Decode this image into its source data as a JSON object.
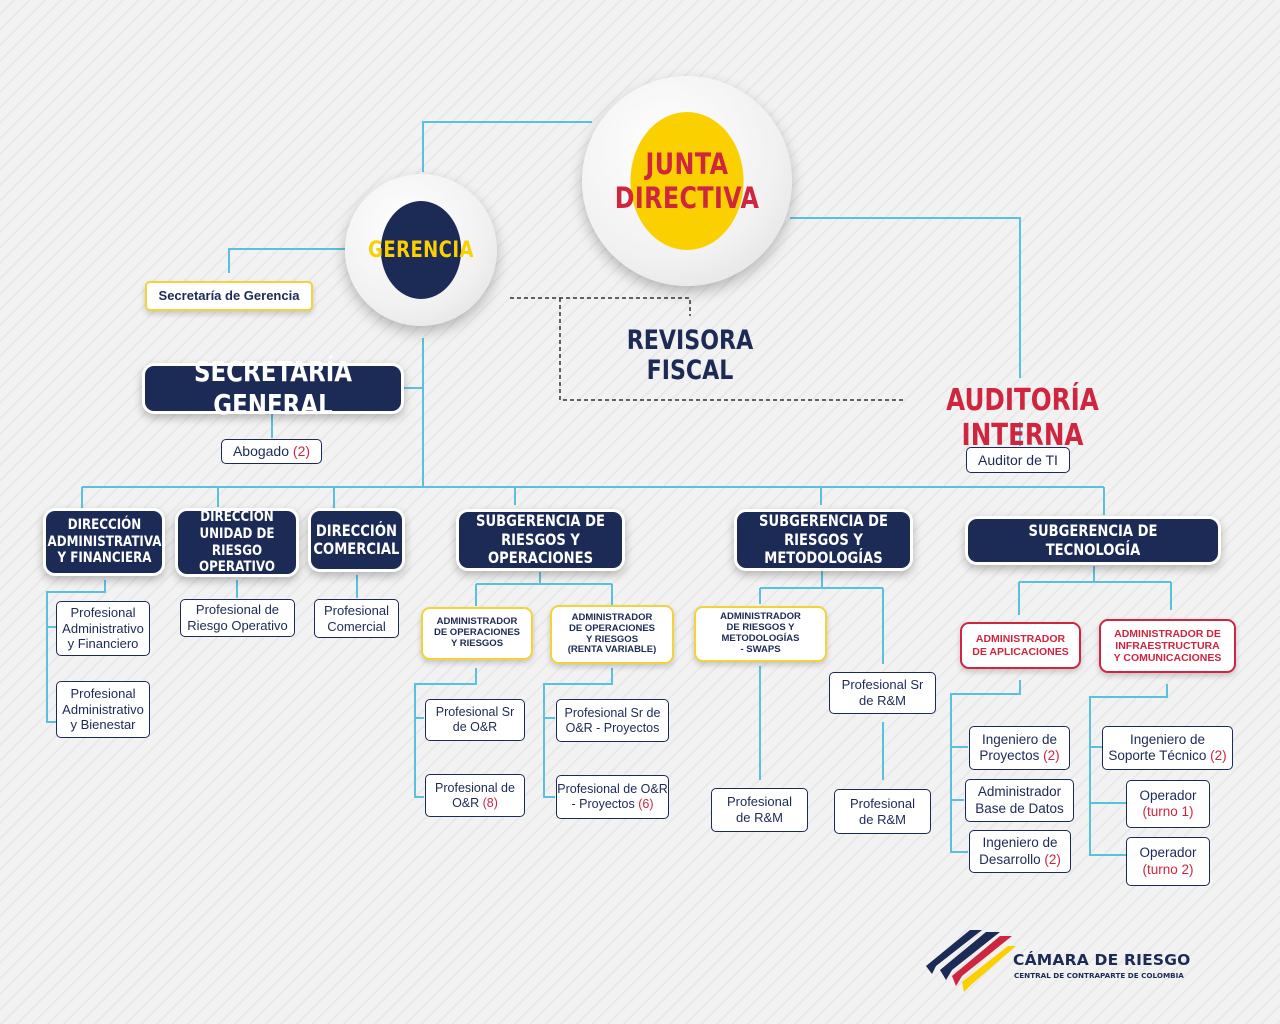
{
  "junta": {
    "line1": "JUNTA",
    "line2": "DIRECTIVA"
  },
  "gerencia": "GERENCIA",
  "secretaria_gerencia": "Secretaría de Gerencia",
  "revisora": {
    "line1": "REVISORA",
    "line2": "FISCAL"
  },
  "auditoria": "AUDITORÍA INTERNA",
  "auditor_ti": "Auditor de TI",
  "secretaria_general": "SECRETARÍA GENERAL",
  "abogado": {
    "label": "Abogado",
    "count": "(2)"
  },
  "direcciones": [
    {
      "lines": [
        "DIRECCIÓN",
        "ADMINISTRATIVA",
        "Y FINANCIERA"
      ]
    },
    {
      "lines": [
        "DIRECCIÓN",
        "UNIDAD DE RIESGO",
        "OPERATIVO"
      ]
    },
    {
      "lines": [
        "DIRECCIÓN",
        "COMERCIAL"
      ]
    }
  ],
  "subgerencias": [
    {
      "lines": [
        "SUBGERENCIA DE",
        "RIESGOS Y OPERACIONES"
      ]
    },
    {
      "lines": [
        "SUBGERENCIA DE",
        "RIESGOS Y METODOLOGÍAS"
      ]
    },
    {
      "lines": [
        "SUBGERENCIA DE TECNOLOGÍA"
      ]
    }
  ],
  "dir_admin_children": [
    {
      "lines": [
        "Profesional",
        "Administrativo",
        "y Financiero"
      ]
    },
    {
      "lines": [
        "Profesional",
        "Administrativo",
        "y Bienestar"
      ]
    }
  ],
  "dir_riesgo_child": {
    "lines": [
      "Profesional de",
      "Riesgo Operativo"
    ]
  },
  "dir_comercial_child": {
    "lines": [
      "Profesional",
      "Comercial"
    ]
  },
  "admin_roles": [
    {
      "lines": [
        "ADMINISTRADOR",
        "DE OPERACIONES",
        "Y RIESGOS"
      ]
    },
    {
      "lines": [
        "ADMINISTRADOR",
        "DE OPERACIONES",
        "Y RIESGOS",
        "(RENTA VARIABLE)"
      ]
    },
    {
      "lines": [
        "ADMINISTRADOR",
        "DE RIESGOS Y",
        "METODOLOGÍAS",
        "- SWAPS"
      ]
    },
    {
      "lines": [
        "ADMINISTRADOR",
        "DE APLICACIONES"
      ]
    },
    {
      "lines": [
        "ADMINISTRADOR DE",
        "INFRAESTRUCTURA",
        "Y COMUNICACIONES"
      ]
    }
  ],
  "ops_children": [
    {
      "line1": "Profesional Sr",
      "line2": "de O&R",
      "count": ""
    },
    {
      "line1": "Profesional de",
      "line2": "O&R",
      "count": "(8)"
    },
    {
      "line1": "Profesional Sr de",
      "line2": "O&R - Proyectos",
      "count": ""
    },
    {
      "line1": "Profesional de O&R",
      "line2": "- Proyectos",
      "count": "(6)"
    }
  ],
  "met_children": [
    {
      "line1": "Profesional Sr",
      "line2": "de R&M"
    },
    {
      "line1": "Profesional",
      "line2": "de R&M"
    },
    {
      "line1": "Profesional",
      "line2": "de R&M"
    }
  ],
  "tec_children": [
    {
      "line1": "Ingeniero de",
      "line2": "Proyectos",
      "count": "(2)"
    },
    {
      "line1": "Administrador",
      "line2": "Base de Datos",
      "count": ""
    },
    {
      "line1": "Ingeniero de",
      "line2": "Desarrollo",
      "count": "(2)"
    },
    {
      "line1": "Ingeniero de",
      "line2": "Soporte Técnico",
      "count": "(2)"
    },
    {
      "line1": "Operador",
      "line2": "(turno 1)",
      "count": ""
    },
    {
      "line1": "Operador",
      "line2": "(turno 2)",
      "count": ""
    }
  ],
  "logo": {
    "name": "CÁMARA DE RIESGO",
    "tagline": "CENTRAL DE CONTRAPARTE DE COLOMBIA"
  },
  "colors": {
    "navy": "#1c2a56",
    "yellow": "#fbd000",
    "red": "#d0253f",
    "line": "#5bc0de"
  }
}
